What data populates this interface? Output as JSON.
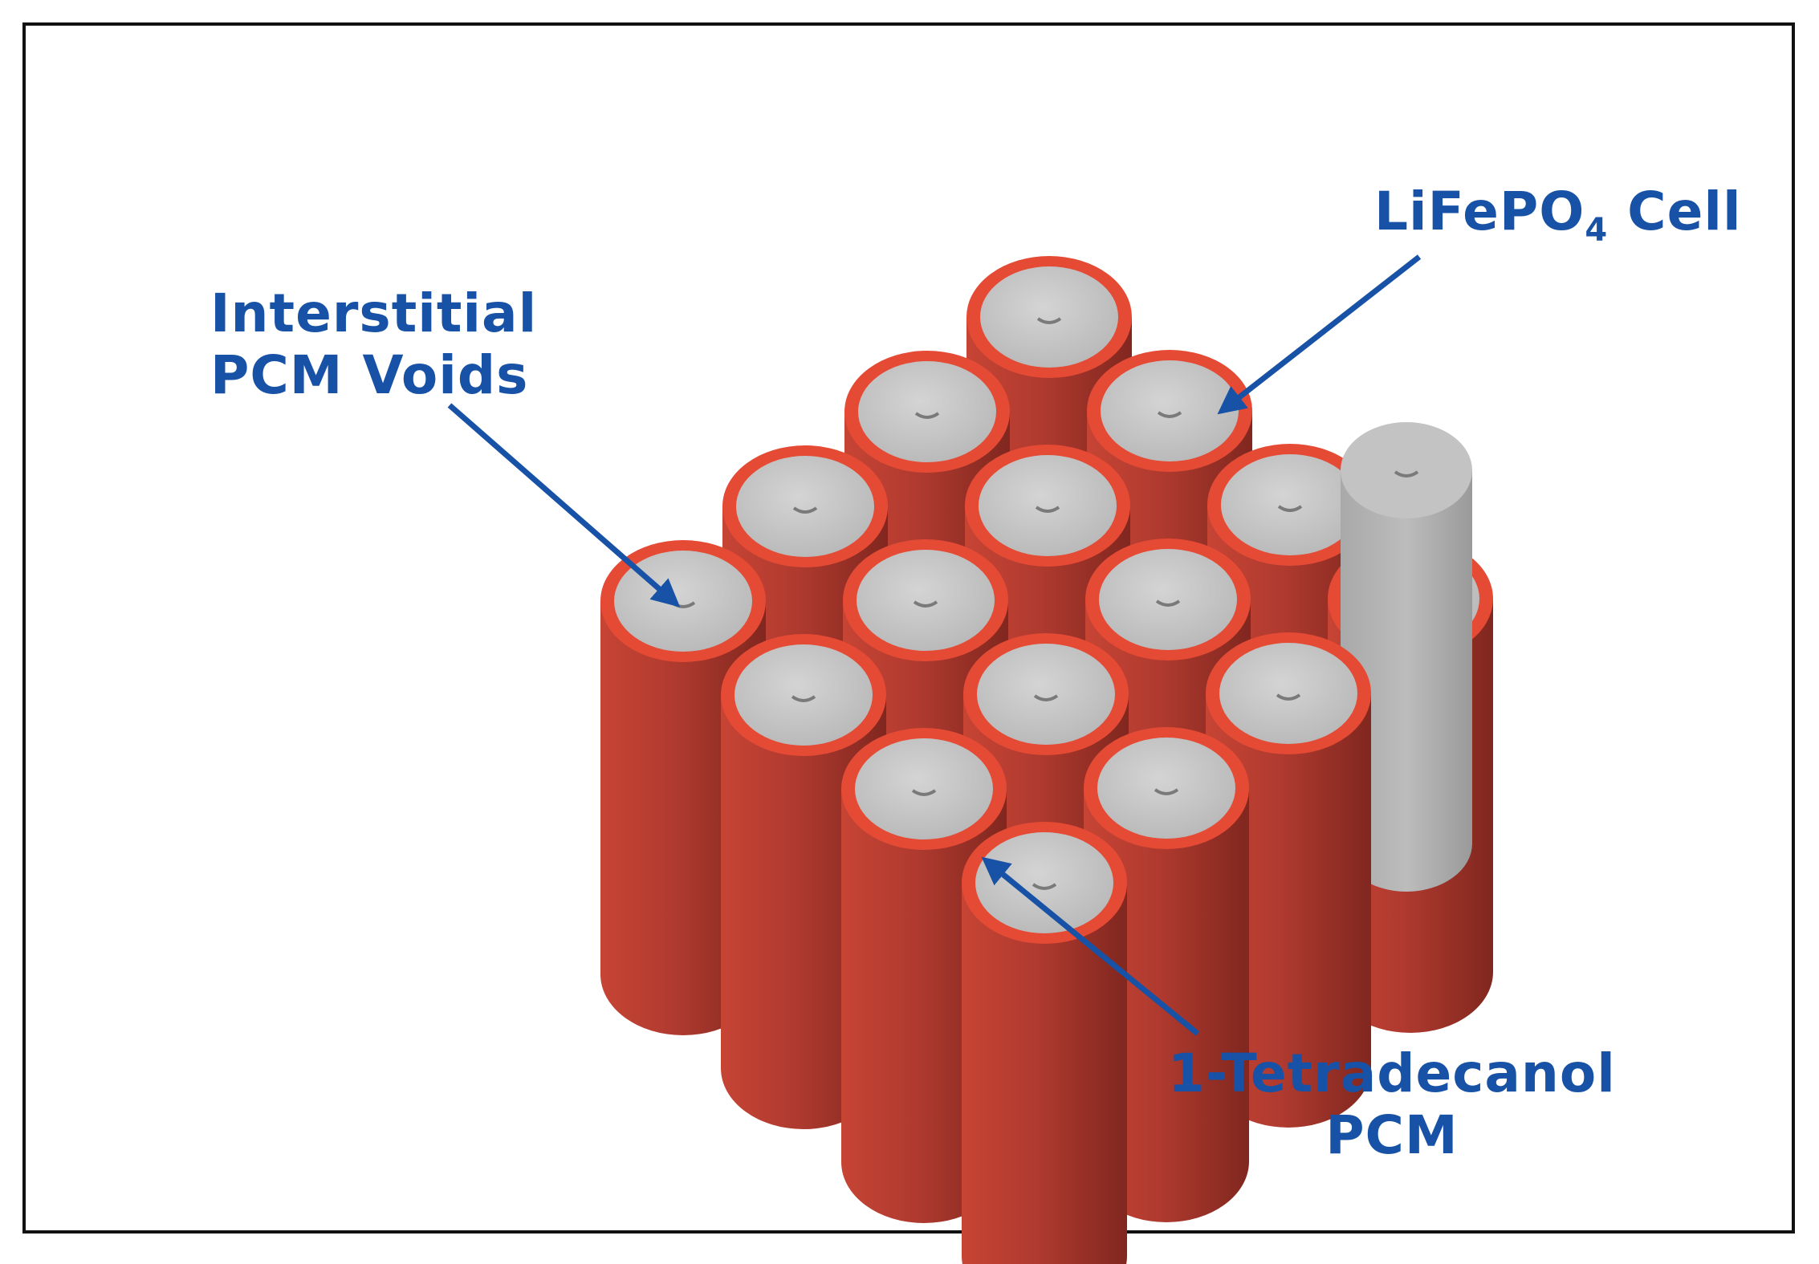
{
  "colors": {
    "label_blue": "#1752a6",
    "pcm_red": "#b63a30",
    "pcm_rim": "#e54a35",
    "cell_grey": "#c3c3c3",
    "frame_black": "#111111"
  },
  "labels": {
    "cell": {
      "prefix": "LiFePO",
      "subscript": "4",
      "suffix": " Cell"
    },
    "voids": {
      "line1": "Interstitial",
      "line2": "PCM Voids"
    },
    "pcm": {
      "line1": "1-Tetradecanol",
      "line2": "PCM"
    }
  },
  "diagram": {
    "cell_sleeve_count": 16,
    "bare_cell_count": 1,
    "void_count": 9
  }
}
